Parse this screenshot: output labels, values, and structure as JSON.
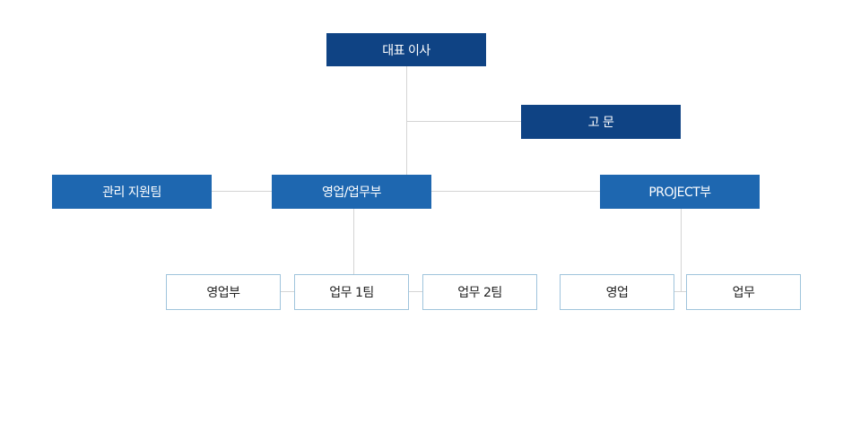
{
  "org": {
    "ceo": "대표 이사",
    "advisor": "고 문",
    "admin_team": "관리 지원팀",
    "sales_ops": "영업/업무부",
    "project_dept": "PROJECT부",
    "sales_dept": "영업부",
    "ops_team1": "업무 1팀",
    "ops_team2": "업무 2팀",
    "project_sales": "영업",
    "project_ops": "업무"
  },
  "colors": {
    "top_box": "#0f4384",
    "dept_box": "#1e67b0",
    "team_border": "#9fc4dc",
    "connector": "#d4d4d4"
  }
}
